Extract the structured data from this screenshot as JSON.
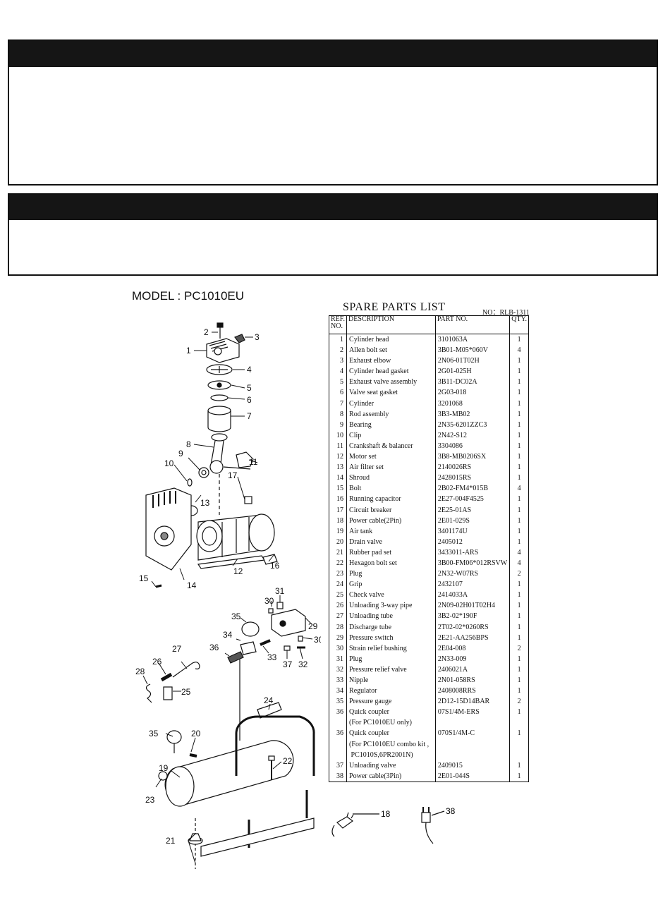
{
  "model_label": "MODEL : PC1010EU",
  "parts_list": {
    "title": "SPARE PARTS LIST",
    "list_no": "NO：RLB-1311",
    "headers": {
      "ref": "REF. NO.",
      "description": "DESCRIPTION",
      "part_no": "PART NO.",
      "qty": "QTY."
    },
    "rows": [
      {
        "ref": "1",
        "desc": "Cylinder head",
        "part": "3101063A",
        "qty": "1"
      },
      {
        "ref": "2",
        "desc": "Allen bolt set",
        "part": "3B01-M05*060V",
        "qty": "4"
      },
      {
        "ref": "3",
        "desc": "Exhaust elbow",
        "part": "2N06-01T02H",
        "qty": "1"
      },
      {
        "ref": "4",
        "desc": "Cylinder head gasket",
        "part": "2G01-025H",
        "qty": "1"
      },
      {
        "ref": "5",
        "desc": "Exhaust valve assembly",
        "part": "3B11-DC02A",
        "qty": "1"
      },
      {
        "ref": "6",
        "desc": "Valve seat gasket",
        "part": "2G03-018",
        "qty": "1"
      },
      {
        "ref": "7",
        "desc": "Cylinder",
        "part": "3201068",
        "qty": "1"
      },
      {
        "ref": "8",
        "desc": "Rod assembly",
        "part": "3B3-MB02",
        "qty": "1"
      },
      {
        "ref": "9",
        "desc": "Bearing",
        "part": "2N35-6201ZZC3",
        "qty": "1"
      },
      {
        "ref": "10",
        "desc": "Clip",
        "part": "2N42-S12",
        "qty": "1"
      },
      {
        "ref": "11",
        "desc": "Crankshaft & balancer",
        "part": "3304086",
        "qty": "1"
      },
      {
        "ref": "12",
        "desc": "Motor set",
        "part": "3B8-MB0206SX",
        "qty": "1"
      },
      {
        "ref": "13",
        "desc": "Air filter set",
        "part": "2140026RS",
        "qty": "1"
      },
      {
        "ref": "14",
        "desc": "Shroud",
        "part": "2428015RS",
        "qty": "1"
      },
      {
        "ref": "15",
        "desc": "Bolt",
        "part": "2B02-FM4*015B",
        "qty": "4"
      },
      {
        "ref": "16",
        "desc": "Running capacitor",
        "part": "2E27-004F4525",
        "qty": "1"
      },
      {
        "ref": "17",
        "desc": "Circuit breaker",
        "part": "2E25-01AS",
        "qty": "1"
      },
      {
        "ref": "18",
        "desc": "Power cable(2Pin)",
        "part": "2E01-029S",
        "qty": "1"
      },
      {
        "ref": "19",
        "desc": "Air tank",
        "part": "3401174U",
        "qty": "1"
      },
      {
        "ref": "20",
        "desc": "Drain valve",
        "part": "2405012",
        "qty": "1"
      },
      {
        "ref": "21",
        "desc": "Rubber pad set",
        "part": "3433011-ARS",
        "qty": "4"
      },
      {
        "ref": "22",
        "desc": "Hexagon bolt set",
        "part": "3B00-FM06*012RSVW",
        "qty": "4"
      },
      {
        "ref": "23",
        "desc": "Plug",
        "part": "2N32-W07RS",
        "qty": "2"
      },
      {
        "ref": "24",
        "desc": "Grip",
        "part": "2432107",
        "qty": "1"
      },
      {
        "ref": "25",
        "desc": "Check valve",
        "part": "2414033A",
        "qty": "1"
      },
      {
        "ref": "26",
        "desc": "Unloading 3-way pipe",
        "part": "2N09-02H01T02H4",
        "qty": "1"
      },
      {
        "ref": "27",
        "desc": "Unloading tube",
        "part": "3B2-02*190F",
        "qty": "1"
      },
      {
        "ref": "28",
        "desc": "Discharge tube",
        "part": "2T02-02*0260RS",
        "qty": "1"
      },
      {
        "ref": "29",
        "desc": "Pressure switch",
        "part": "2E21-AA256BPS",
        "qty": "1"
      },
      {
        "ref": "30",
        "desc": "Strain relief bushing",
        "part": "2E04-008",
        "qty": "2"
      },
      {
        "ref": "31",
        "desc": "Plug",
        "part": "2N33-009",
        "qty": "1"
      },
      {
        "ref": "32",
        "desc": "Pressure relief valve",
        "part": "2406021A",
        "qty": "1"
      },
      {
        "ref": "33",
        "desc": "Nipple",
        "part": "2N01-058RS",
        "qty": "1"
      },
      {
        "ref": "34",
        "desc": "Regulator",
        "part": "2408008RRS",
        "qty": "1"
      },
      {
        "ref": "35",
        "desc": "Pressure gauge",
        "part": "2D12-15D14BAR",
        "qty": "2"
      },
      {
        "ref": "36",
        "desc": "Quick coupler\n(For PC1010EU only)",
        "part": "07S1/4M-ERS",
        "qty": "1"
      },
      {
        "ref": "36",
        "desc": "Quick coupler\n(For PC1010EU combo kit ,\n PC1010S,6PR2001N)",
        "part": "070S1/4M-C",
        "qty": "1"
      },
      {
        "ref": "37",
        "desc": "Unloading valve",
        "part": "2409015",
        "qty": "1"
      },
      {
        "ref": "38",
        "desc": "Power cable(3Pin)",
        "part": "2E01-044S",
        "qty": "1"
      }
    ]
  },
  "diagram_callouts": [
    "1",
    "2",
    "3",
    "4",
    "5",
    "6",
    "7",
    "8",
    "9",
    "10",
    "11",
    "12",
    "13",
    "14",
    "15",
    "16",
    "17",
    "18",
    "19",
    "20",
    "21",
    "22",
    "23",
    "24",
    "25",
    "26",
    "27",
    "28",
    "29",
    "30",
    "31",
    "32",
    "33",
    "34",
    "35",
    "36",
    "37",
    "38"
  ]
}
